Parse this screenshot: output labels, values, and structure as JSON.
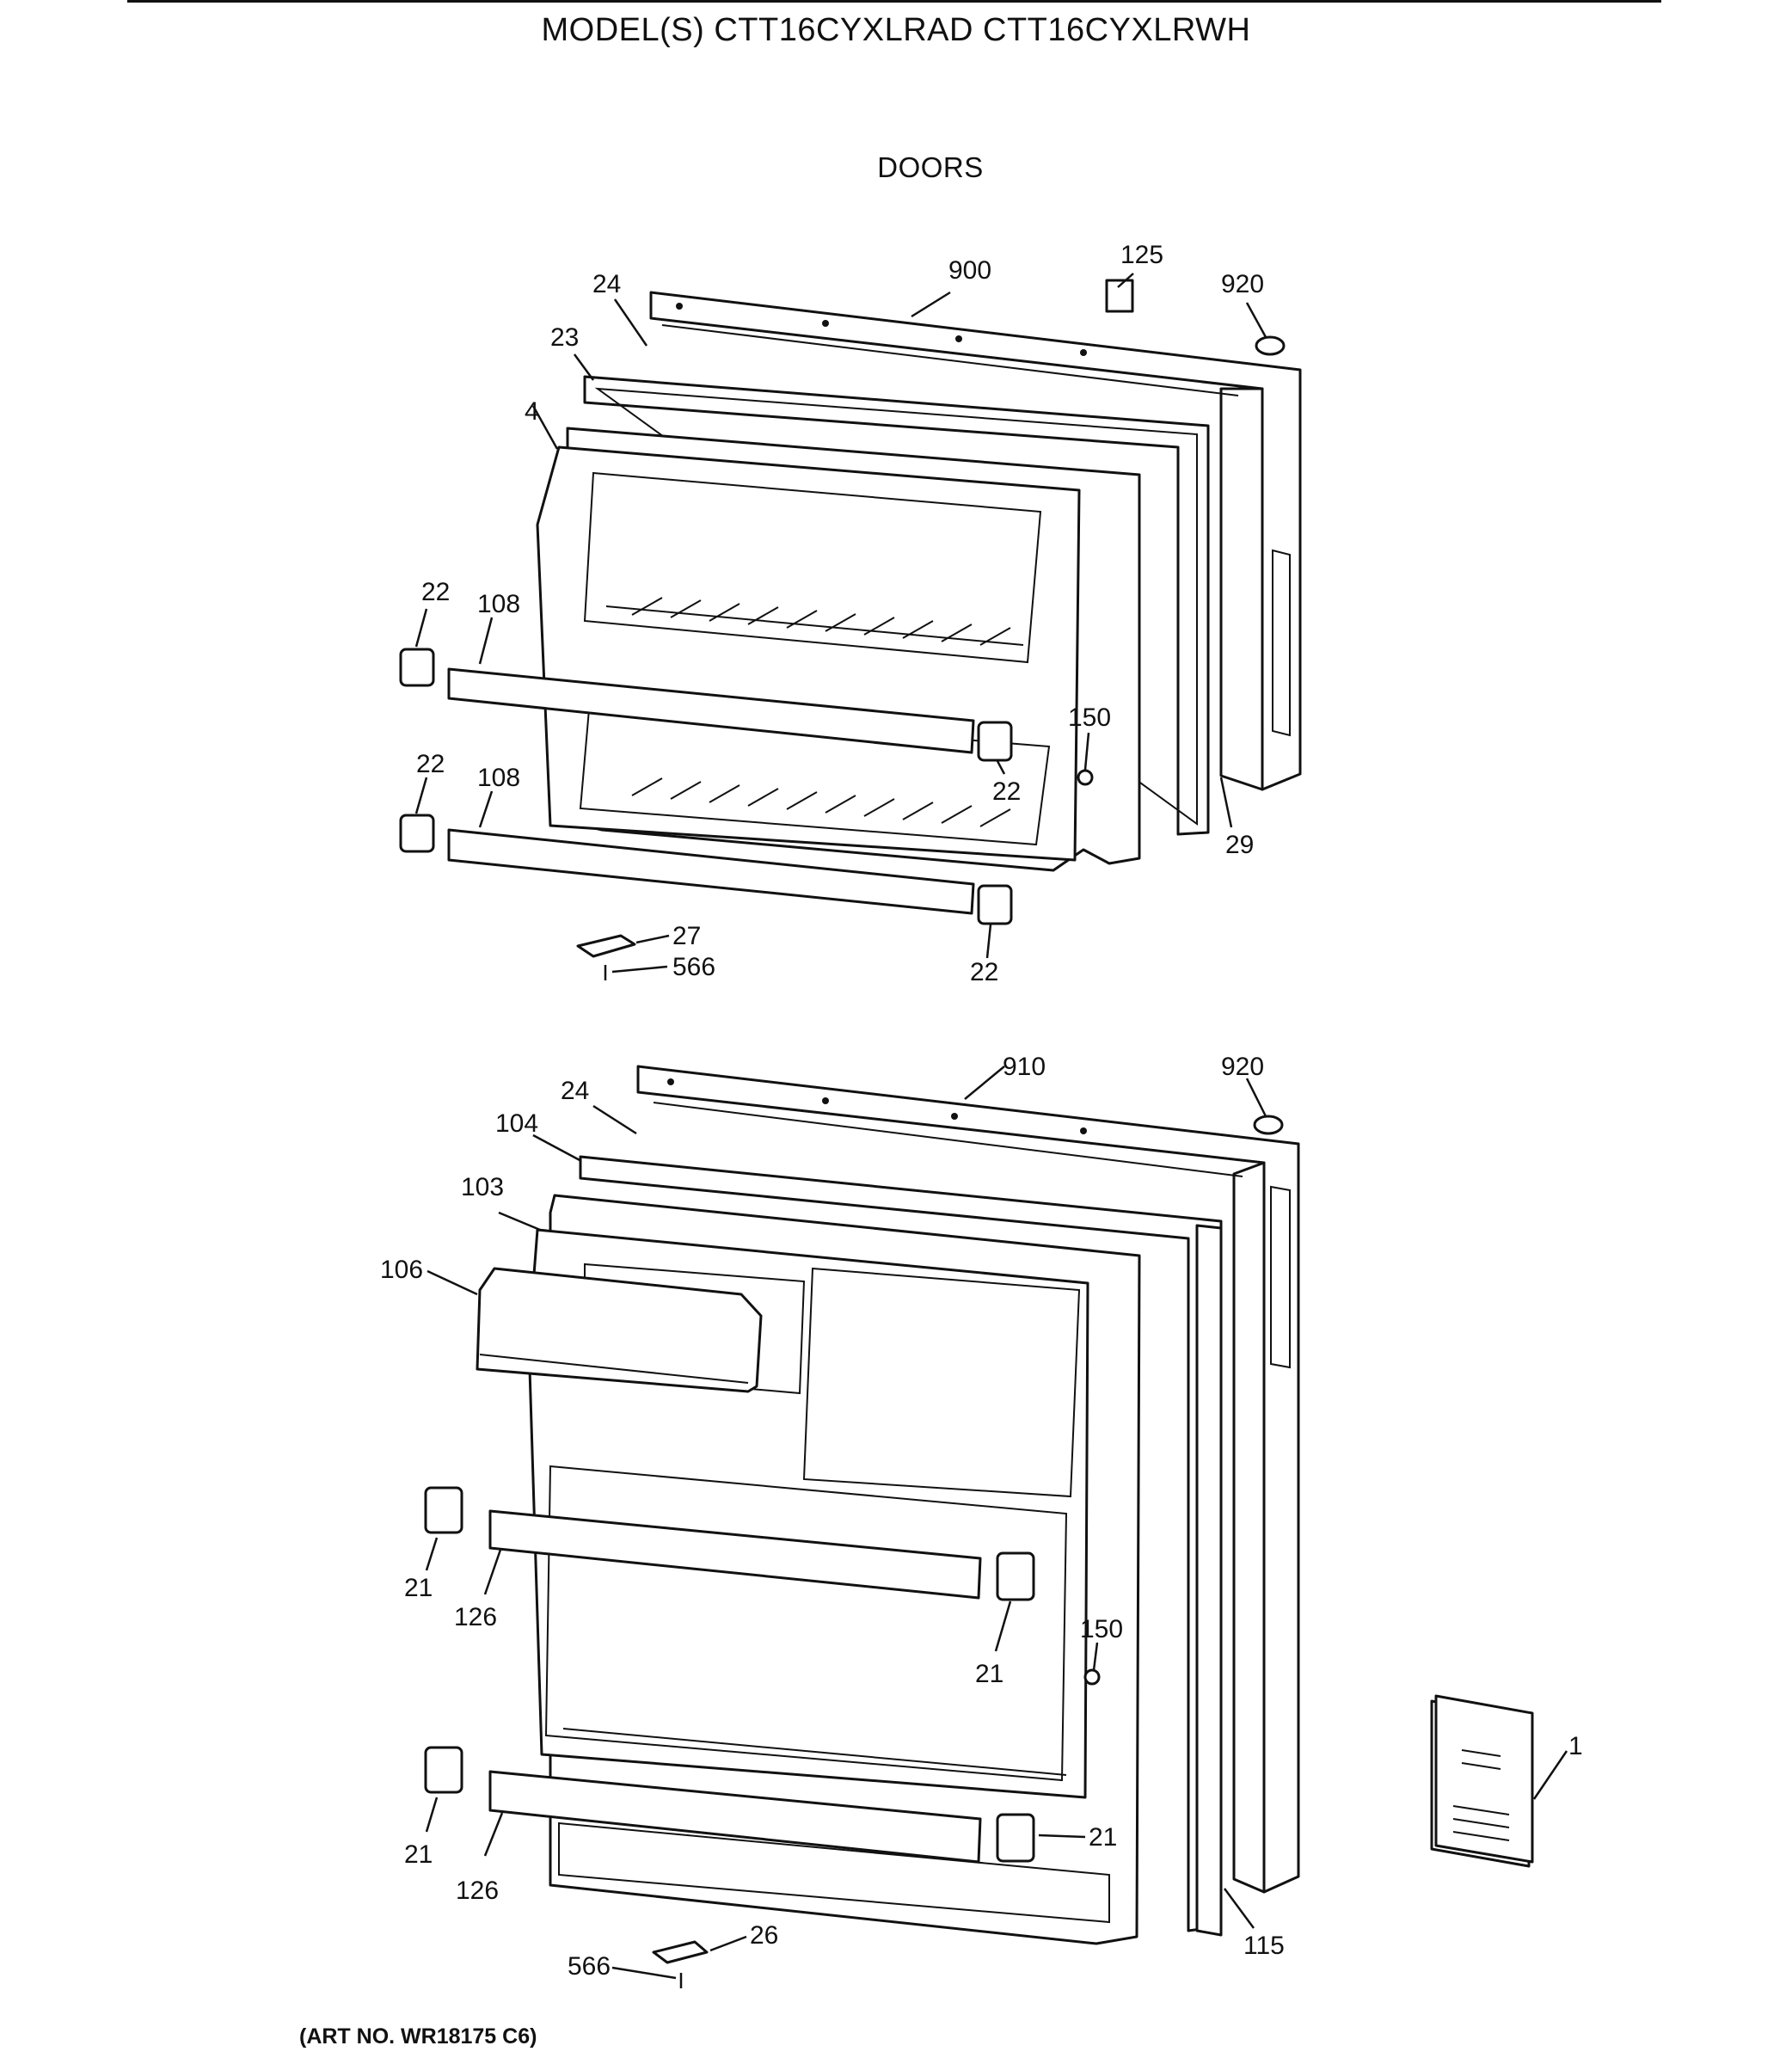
{
  "header": {
    "model_title": "MODEL(S) CTT16CYXLRAD  CTT16CYXLRWH",
    "section_title": "DOORS"
  },
  "footer": {
    "art_number": "(ART NO. WR18175 C6)"
  },
  "freezer_door": {
    "callouts": [
      "900",
      "125",
      "920",
      "24",
      "23",
      "4",
      "22",
      "108",
      "150",
      "22",
      "29",
      "22",
      "108",
      "27",
      "566",
      "22"
    ]
  },
  "fresh_food_door": {
    "callouts": [
      "910",
      "920",
      "24",
      "104",
      "103",
      "106",
      "21",
      "126",
      "150",
      "21",
      "21",
      "126",
      "21",
      "26",
      "566",
      "115"
    ]
  },
  "manual": {
    "callout": "1"
  }
}
